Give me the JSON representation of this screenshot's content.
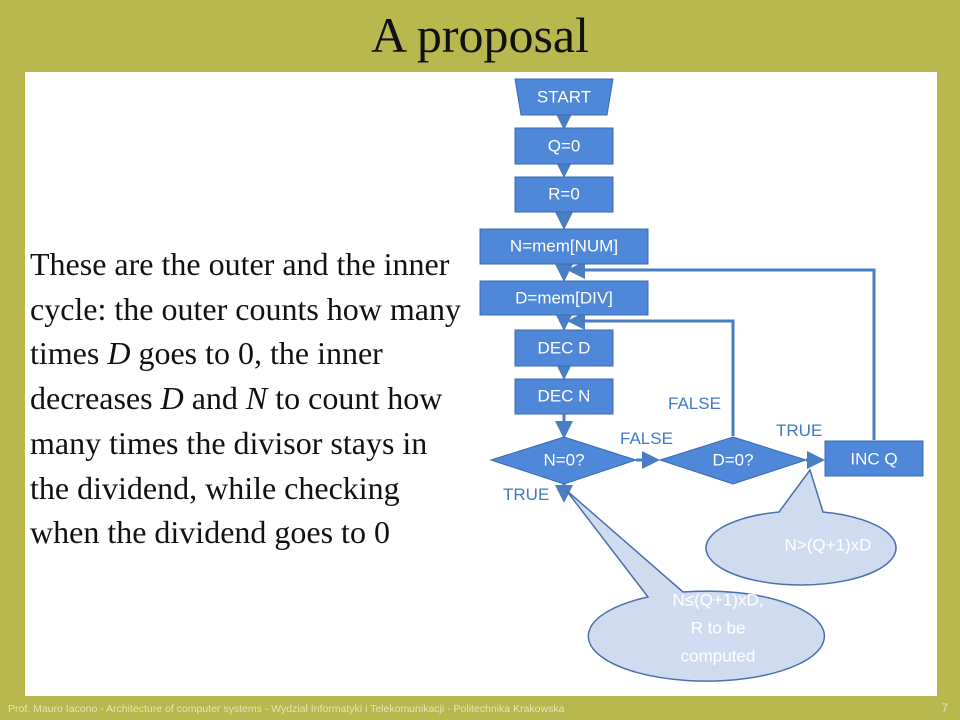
{
  "slide": {
    "title": "A proposal",
    "body": {
      "seg1": "These are the outer and the inner cycle: the outer counts how many times ",
      "var_d1": "D",
      "seg2": " goes to ",
      "zero1": "0",
      "seg3": ", the inner decreases ",
      "var_d2": "D",
      "seg4": " and ",
      "var_n": "N",
      "seg5": " to count how many times the divisor stays in the dividend, while checking when the dividend goes to ",
      "zero2": "0"
    },
    "footer": "Prof. Mauro Iacono - Architecture of computer systems - Wydział Informatyki i Telekomunikacji - Politechnika Krakowska",
    "page_number": "7"
  },
  "colors": {
    "background": "#b9b84e",
    "node_fill": "#4f87d9",
    "edge": "#4a7ec4",
    "callout_fill": "#cfdcf0"
  },
  "flowchart": {
    "nodes": {
      "start": "START",
      "q0": "Q=0",
      "r0": "R=0",
      "n_load": "N=mem[NUM]",
      "d_load": "D=mem[DIV]",
      "dec_d": "DEC D",
      "dec_n": "DEC N",
      "n_zero": "N=0?",
      "d_zero": "D=0?",
      "inc_q": "INC Q"
    },
    "edge_labels": {
      "n_zero_false": "FALSE",
      "n_zero_true": "TRUE",
      "d_zero_false": "FALSE",
      "d_zero_true": "TRUE"
    },
    "callouts": {
      "true_branch_line1": "N≤(Q+1)xD,",
      "true_branch_line2": "R to be",
      "true_branch_line3": "computed",
      "inc_branch": "N>(Q+1)xD"
    }
  }
}
